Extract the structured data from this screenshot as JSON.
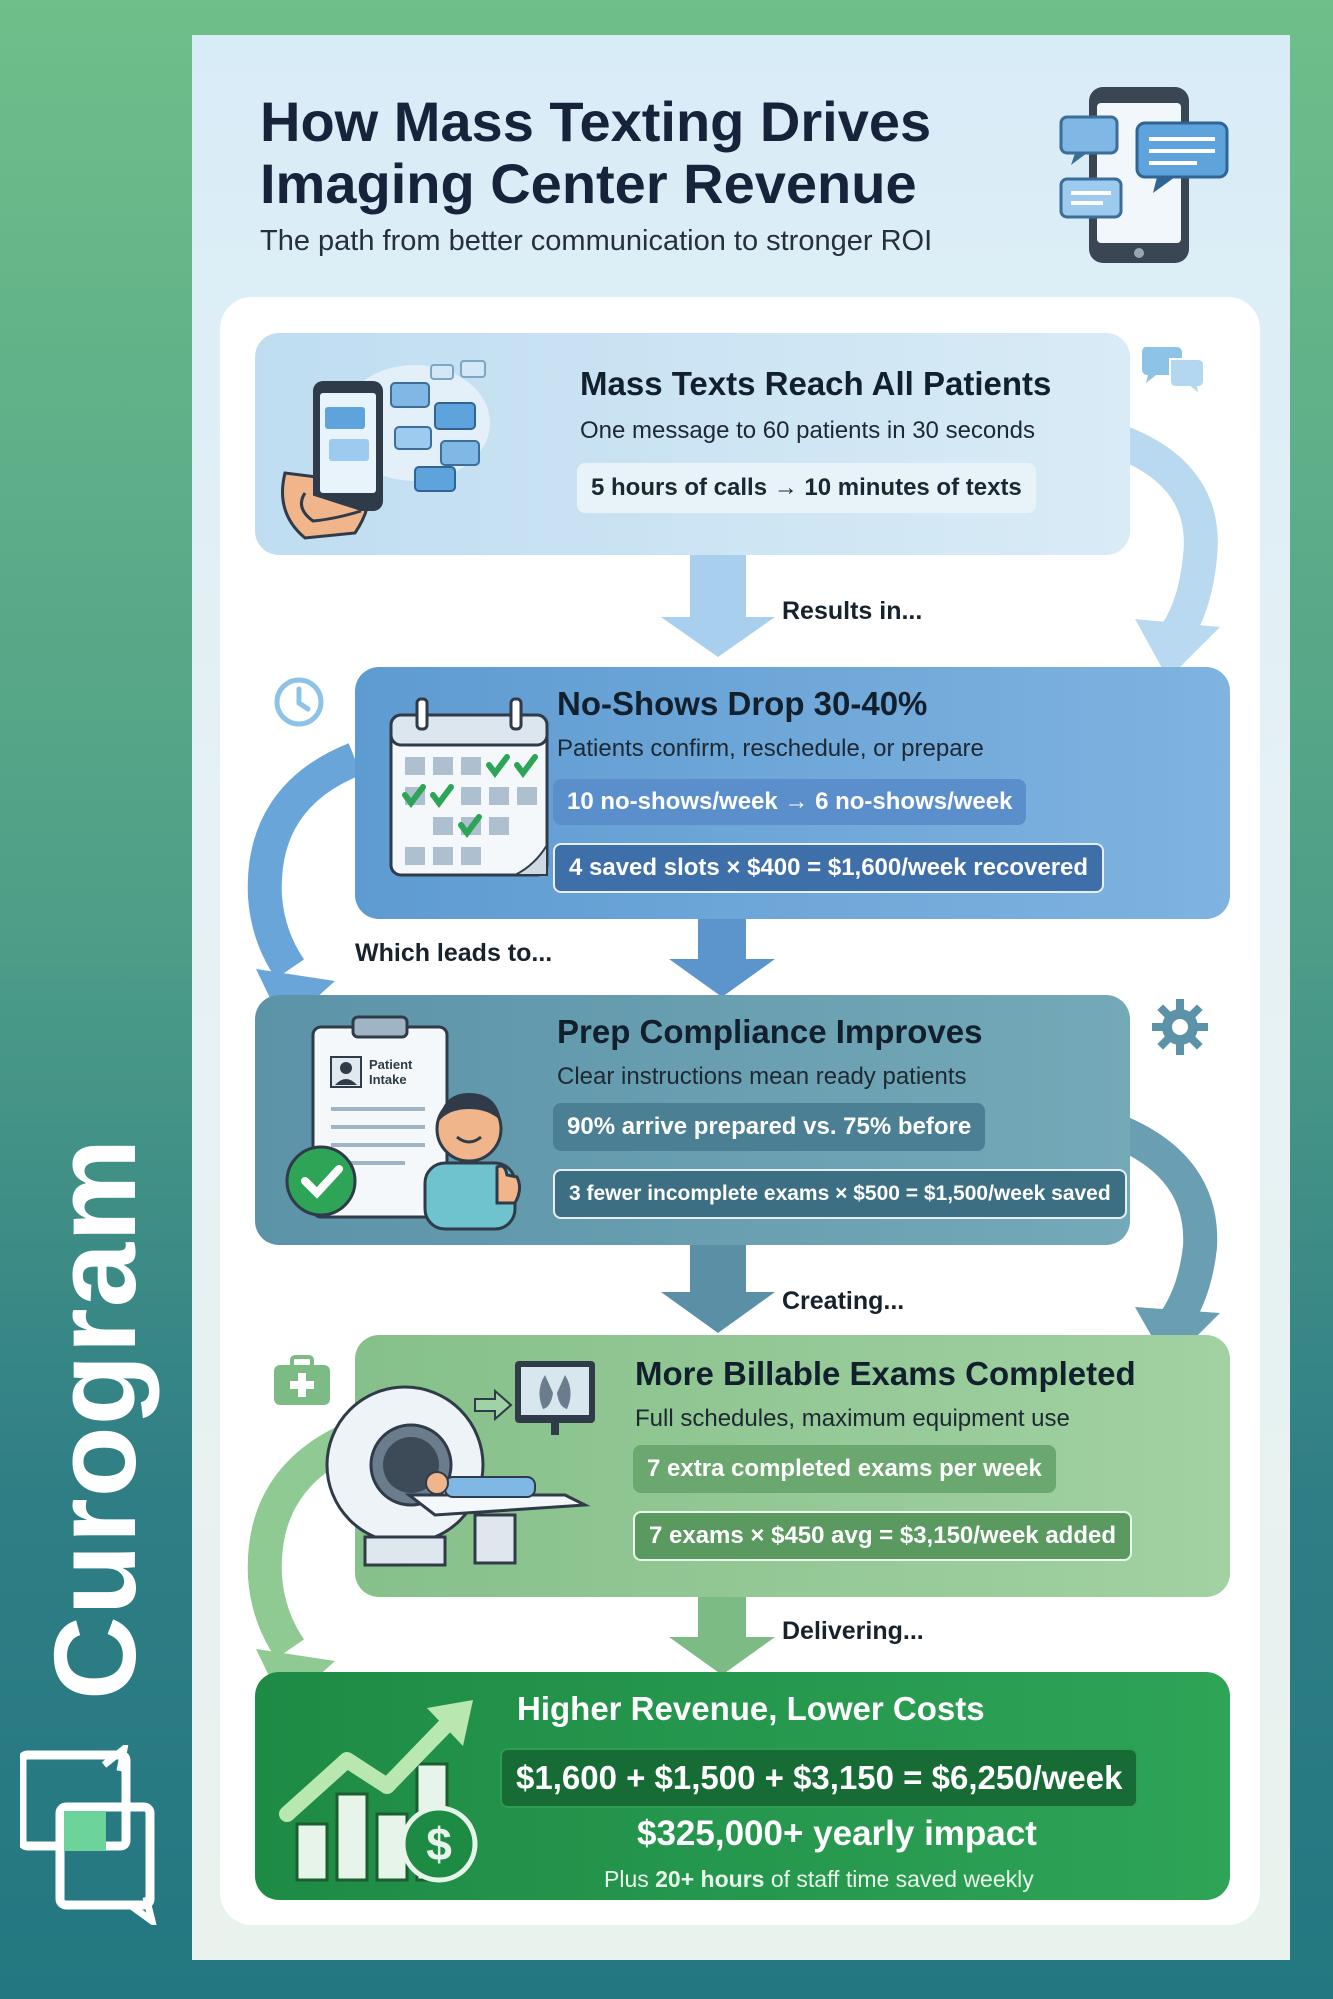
{
  "brand": {
    "name": "Curogram",
    "logo_icon": "chat-bubbles-logo-icon"
  },
  "header": {
    "title": "How Mass Texting Drives Imaging Center Revenue",
    "subtitle": "The path from better communication to stronger ROI",
    "icon": "smartphone-chat-icon"
  },
  "steps": [
    {
      "title": "Mass Texts Reach All Patients",
      "subtitle": "One message to 60 patients in 30 seconds",
      "stats": [
        "5 hours of calls → 10 minutes of texts"
      ],
      "icon": "hand-phone-messages-icon",
      "side_icon": "chat-bubbles-icon"
    },
    {
      "title": "No-Shows Drop 30-40%",
      "subtitle": "Patients confirm, reschedule, or prepare",
      "stats": [
        "10 no-shows/week → 6 no-shows/week",
        "4 saved slots × $400 = $1,600/week recovered"
      ],
      "icon": "calendar-check-icon",
      "side_icon": "clock-icon"
    },
    {
      "title": "Prep Compliance Improves",
      "subtitle": "Clear instructions mean ready patients",
      "stats": [
        "90% arrive prepared vs. 75% before",
        "3 fewer incomplete exams × $500 = $1,500/week saved"
      ],
      "icon": "patient-intake-clipboard-icon",
      "clipboard_label": "Patient Intake",
      "side_icon": "gear-icon"
    },
    {
      "title": "More Billable Exams Completed",
      "subtitle": "Full schedules, maximum equipment use",
      "stats": [
        "7 extra completed exams per week",
        "7 exams × $450 avg = $3,150/week added"
      ],
      "icon": "mri-scanner-icon",
      "side_icon": "medical-kit-icon"
    },
    {
      "title": "Higher Revenue, Lower Costs",
      "stats": [
        "$1,600 + $1,500 + $3,150 = $6,250/week"
      ],
      "impact": "$325,000+ yearly impact",
      "footnote_prefix": "Plus ",
      "footnote_bold": "20+ hours",
      "footnote_suffix": " of staff time saved weekly",
      "icon": "growth-chart-dollar-icon"
    }
  ],
  "connectors": [
    "Results in...",
    "Which leads to...",
    "Creating...",
    "Delivering..."
  ]
}
